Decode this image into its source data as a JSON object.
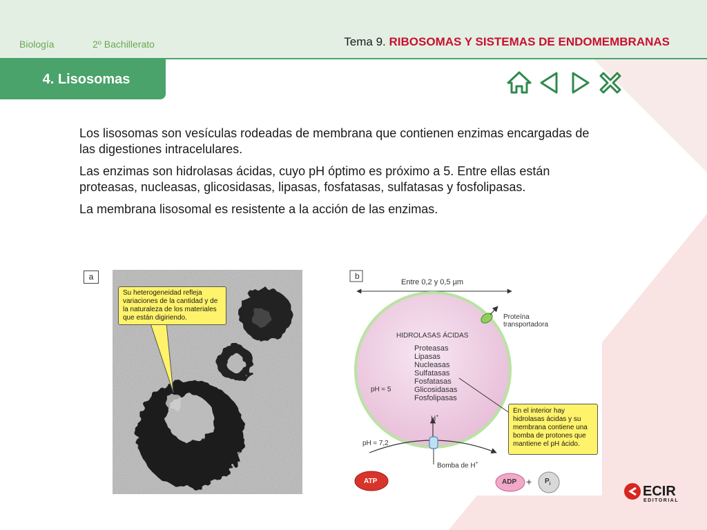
{
  "header": {
    "subject": "Biología",
    "level": "2º Bachillerato",
    "topic_prefix": "Tema 9.",
    "topic_title": "RIBOSOMAS Y SISTEMAS DE ENDOMEMBRANAS"
  },
  "section": {
    "title": "4. Lisosomas"
  },
  "nav": {
    "home": "home-icon",
    "prev": "triangle-left-icon",
    "next": "triangle-right-icon",
    "close": "close-icon"
  },
  "content": {
    "paragraphs": [
      "Los lisosomas son vesículas rodeadas de membrana que contienen enzimas encargadas de las digestiones intracelulares.",
      "Las enzimas son hidrolasas ácidas, cuyo pH óptimo es próximo a 5. Entre ellas están proteasas, nucleasas, glicosidasas, lipasas, fosfatasas, sulfatasas y fosfolipasas.",
      "La membrana lisosomal es resistente a la acción de las enzimas."
    ]
  },
  "figure_a": {
    "label": "a",
    "callout": "Su heterogeneidad refleja variaciones de la cantidad y de la naturaleza de los materiales que están digiriendo."
  },
  "figure_b": {
    "label": "b",
    "size": "Entre 0,2 y 0,5 µm",
    "protein_label_1": "Proteína",
    "protein_label_2": "transportadora",
    "enzymes_title": "HIDROLASAS ÁCIDAS",
    "enzymes": [
      "Proteasas",
      "Lipasas",
      "Nucleasas",
      "Sulfatasas",
      "Fosfatasas",
      "Glicosidasas",
      "Fosfolipasas"
    ],
    "ph_inside": "pH ≈ 5",
    "ph_outside": "pH ≈ 7,2",
    "proton": "H",
    "proton_sup": "+",
    "pump_label": "Bomba de H",
    "atp": "ATP",
    "adp": "ADP",
    "plus": "+",
    "pi": "P",
    "pi_sub": "i",
    "callout": "En el interior hay hidrolasas ácidas y su membrana contiene una bomba de protones que mantiene el pH ácido."
  },
  "logo": {
    "brand": "ECIR",
    "sub": "EDITORIAL"
  },
  "colors": {
    "green": "#4aa36a",
    "header_bg": "#e4efe4",
    "accent_red": "#c8102e",
    "callout_yellow": "#fff36b"
  }
}
